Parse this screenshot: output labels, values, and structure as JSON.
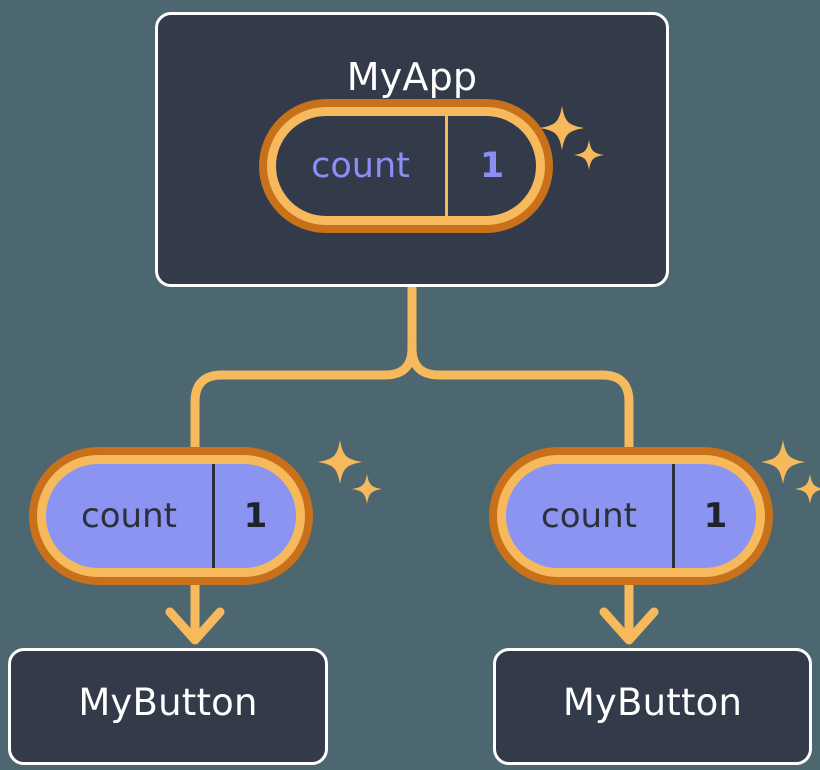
{
  "diagram": {
    "title": "React state propagation tree",
    "background_color": "#4d6770"
  },
  "colors": {
    "node_background": "#333b4a",
    "node_border": "#ffffff",
    "node_text": "#ffffff",
    "pill_border_inner": "#f6b95c",
    "pill_border_outer": "#c8701a",
    "pill_fill_child": "#8b94f0",
    "pill_text_parent": "#8b8ef5",
    "pill_text_child": "#2b303c",
    "wire": "#f6b95c",
    "sparkle": "#f6b95c"
  },
  "nodes": {
    "app": {
      "label": "MyApp",
      "state": {
        "key": "count",
        "value": "1"
      },
      "sparkle_icon": "sparkles-icon"
    },
    "children": [
      {
        "label": "MyButton",
        "state": {
          "key": "count",
          "value": "1"
        },
        "sparkle_icon": "sparkles-icon"
      },
      {
        "label": "MyButton",
        "state": {
          "key": "count",
          "value": "1"
        },
        "sparkle_icon": "sparkles-icon"
      }
    ]
  },
  "connectors": {
    "trunk": "vertical-branch-from-app",
    "arrow_left": "down-arrow-icon",
    "arrow_right": "down-arrow-icon"
  }
}
